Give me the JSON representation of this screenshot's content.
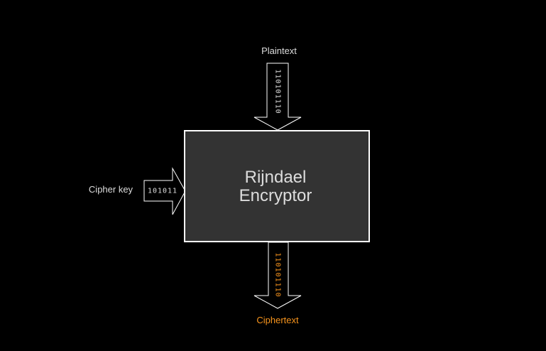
{
  "diagram": {
    "encryptor": {
      "title_line1": "Rijndael",
      "title_line2": "Encryptor"
    },
    "plaintext": {
      "label": "Plaintext",
      "bits": "110101110"
    },
    "cipher_key": {
      "label": "Cipher key",
      "bits": "101011"
    },
    "ciphertext": {
      "label": "Ciphertext",
      "bits": "110101110"
    }
  },
  "colors": {
    "background": "#000000",
    "box_fill": "#333333",
    "stroke": "#ffffff",
    "text": "#dddddd",
    "ciphertext_accent": "#f7941d"
  }
}
